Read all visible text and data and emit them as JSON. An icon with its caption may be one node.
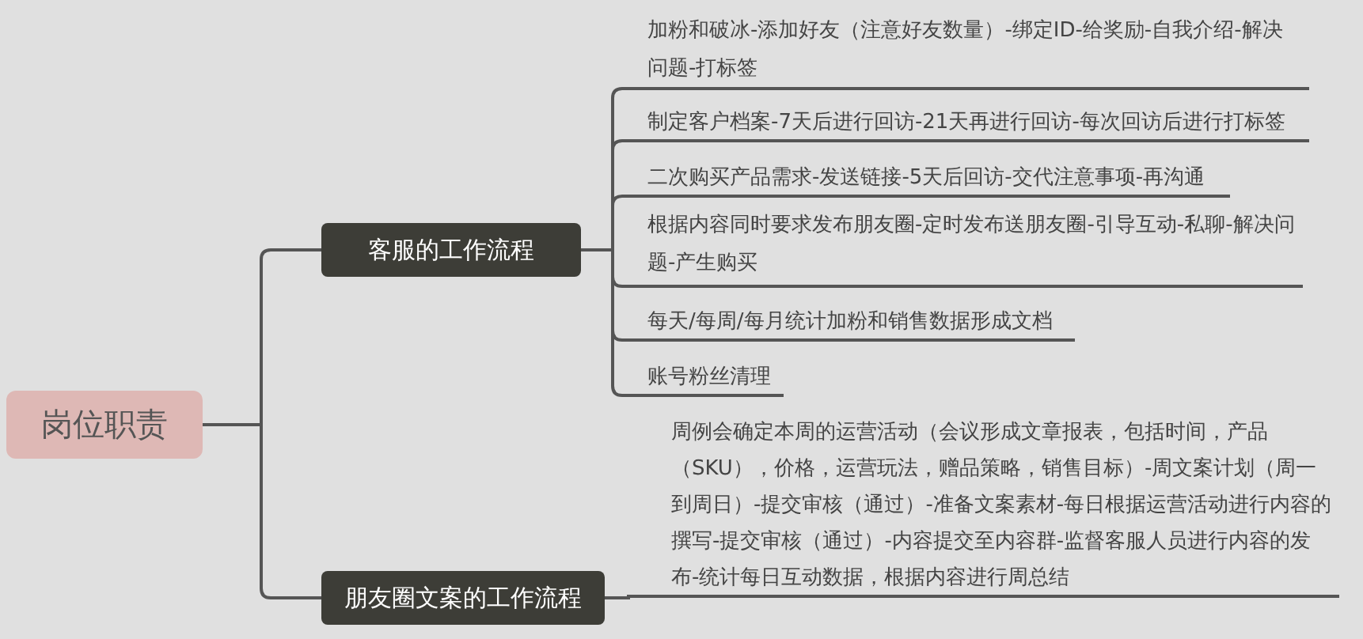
{
  "diagram": {
    "nodes": [
      {
        "text": [
          "岗位职责"
        ]
      },
      {
        "text": [
          "客服的工作流程"
        ]
      },
      {
        "text": [
          "加粉和破冰-添加好友（注意好友数量）-绑定ID-给奖励-自我介绍-解决问题-打标签"
        ]
      },
      {
        "text": [
          "制定客户档案-7天后进行回访-21天再进行回访-每次回访后进行打标签"
        ]
      },
      {
        "text": [
          "二次购买产品需求-发送链接-5天后回访-交代注意事项-再沟通"
        ]
      },
      {
        "text": [
          "根据内容同时要求发布朋友圈-定时发布送朋友圈-引导互动-私聊-解决问题-产生购买"
        ]
      },
      {
        "text": [
          "每天/每周/每月统计加粉和销售数据形成文档"
        ]
      },
      {
        "text": [
          "账号粉丝清理"
        ]
      },
      {
        "text": [
          "朋友圈文案的工作流程"
        ]
      },
      {
        "text": [
          "周例会确定本周的运营活动（会议形成文章报表，包括时间，产品（SKU），价格，运营玩法，赠品策略，销售目标）-周文案计划（周一到周日）-提交审核（通过）-准备文案素材-每日根据运营活动进行内容的撰写-提交审核（通过）-内容提交至内容群-监督客服人员进行内容的发布-统计每日互动数据，根据内容进行周总结"
        ]
      }
    ],
    "edges": [
      {
        "from": 0,
        "to": 1,
        "arrow": "none"
      },
      {
        "from": 0,
        "to": 8,
        "arrow": "none"
      },
      {
        "from": 1,
        "to": 2,
        "arrow": "none"
      },
      {
        "from": 1,
        "to": 3,
        "arrow": "none"
      },
      {
        "from": 1,
        "to": 4,
        "arrow": "none"
      },
      {
        "from": 1,
        "to": 5,
        "arrow": "none"
      },
      {
        "from": 1,
        "to": 6,
        "arrow": "none"
      },
      {
        "from": 1,
        "to": 7,
        "arrow": "none"
      },
      {
        "from": 8,
        "to": 9,
        "arrow": "none"
      }
    ]
  }
}
